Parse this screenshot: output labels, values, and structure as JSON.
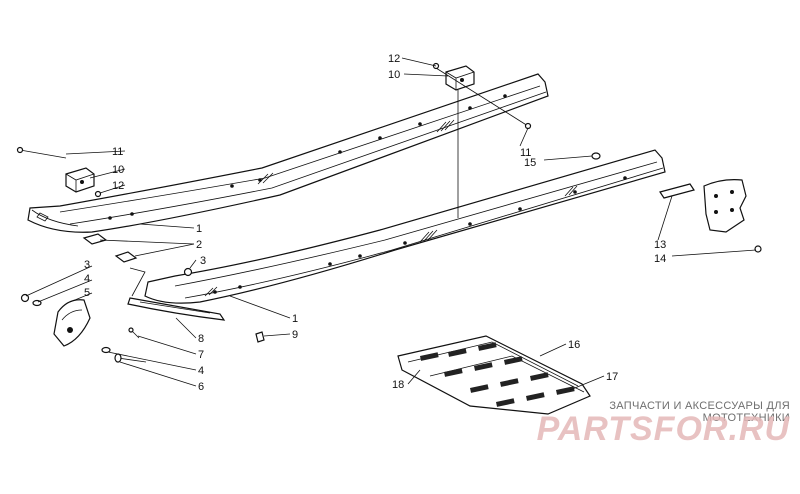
{
  "callouts": {
    "c1a": "1",
    "c1b": "1",
    "c2": "2",
    "c3a": "3",
    "c3b": "3",
    "c4a": "4",
    "c4b": "4",
    "c5": "5",
    "c6": "6",
    "c7": "7",
    "c8": "8",
    "c9": "9",
    "c10a": "10",
    "c10b": "10",
    "c11a": "11",
    "c11b": "11",
    "c12a": "12",
    "c12b": "12",
    "c13": "13",
    "c14": "14",
    "c15": "15",
    "c16": "16",
    "c17": "17",
    "c18": "18"
  },
  "watermark": {
    "subtitle": "ЗАПЧАСТИ И АКСЕССУАРЫ ДЛЯ МОТОТЕХНИКИ",
    "logo": "PARTSFOR.RU"
  }
}
